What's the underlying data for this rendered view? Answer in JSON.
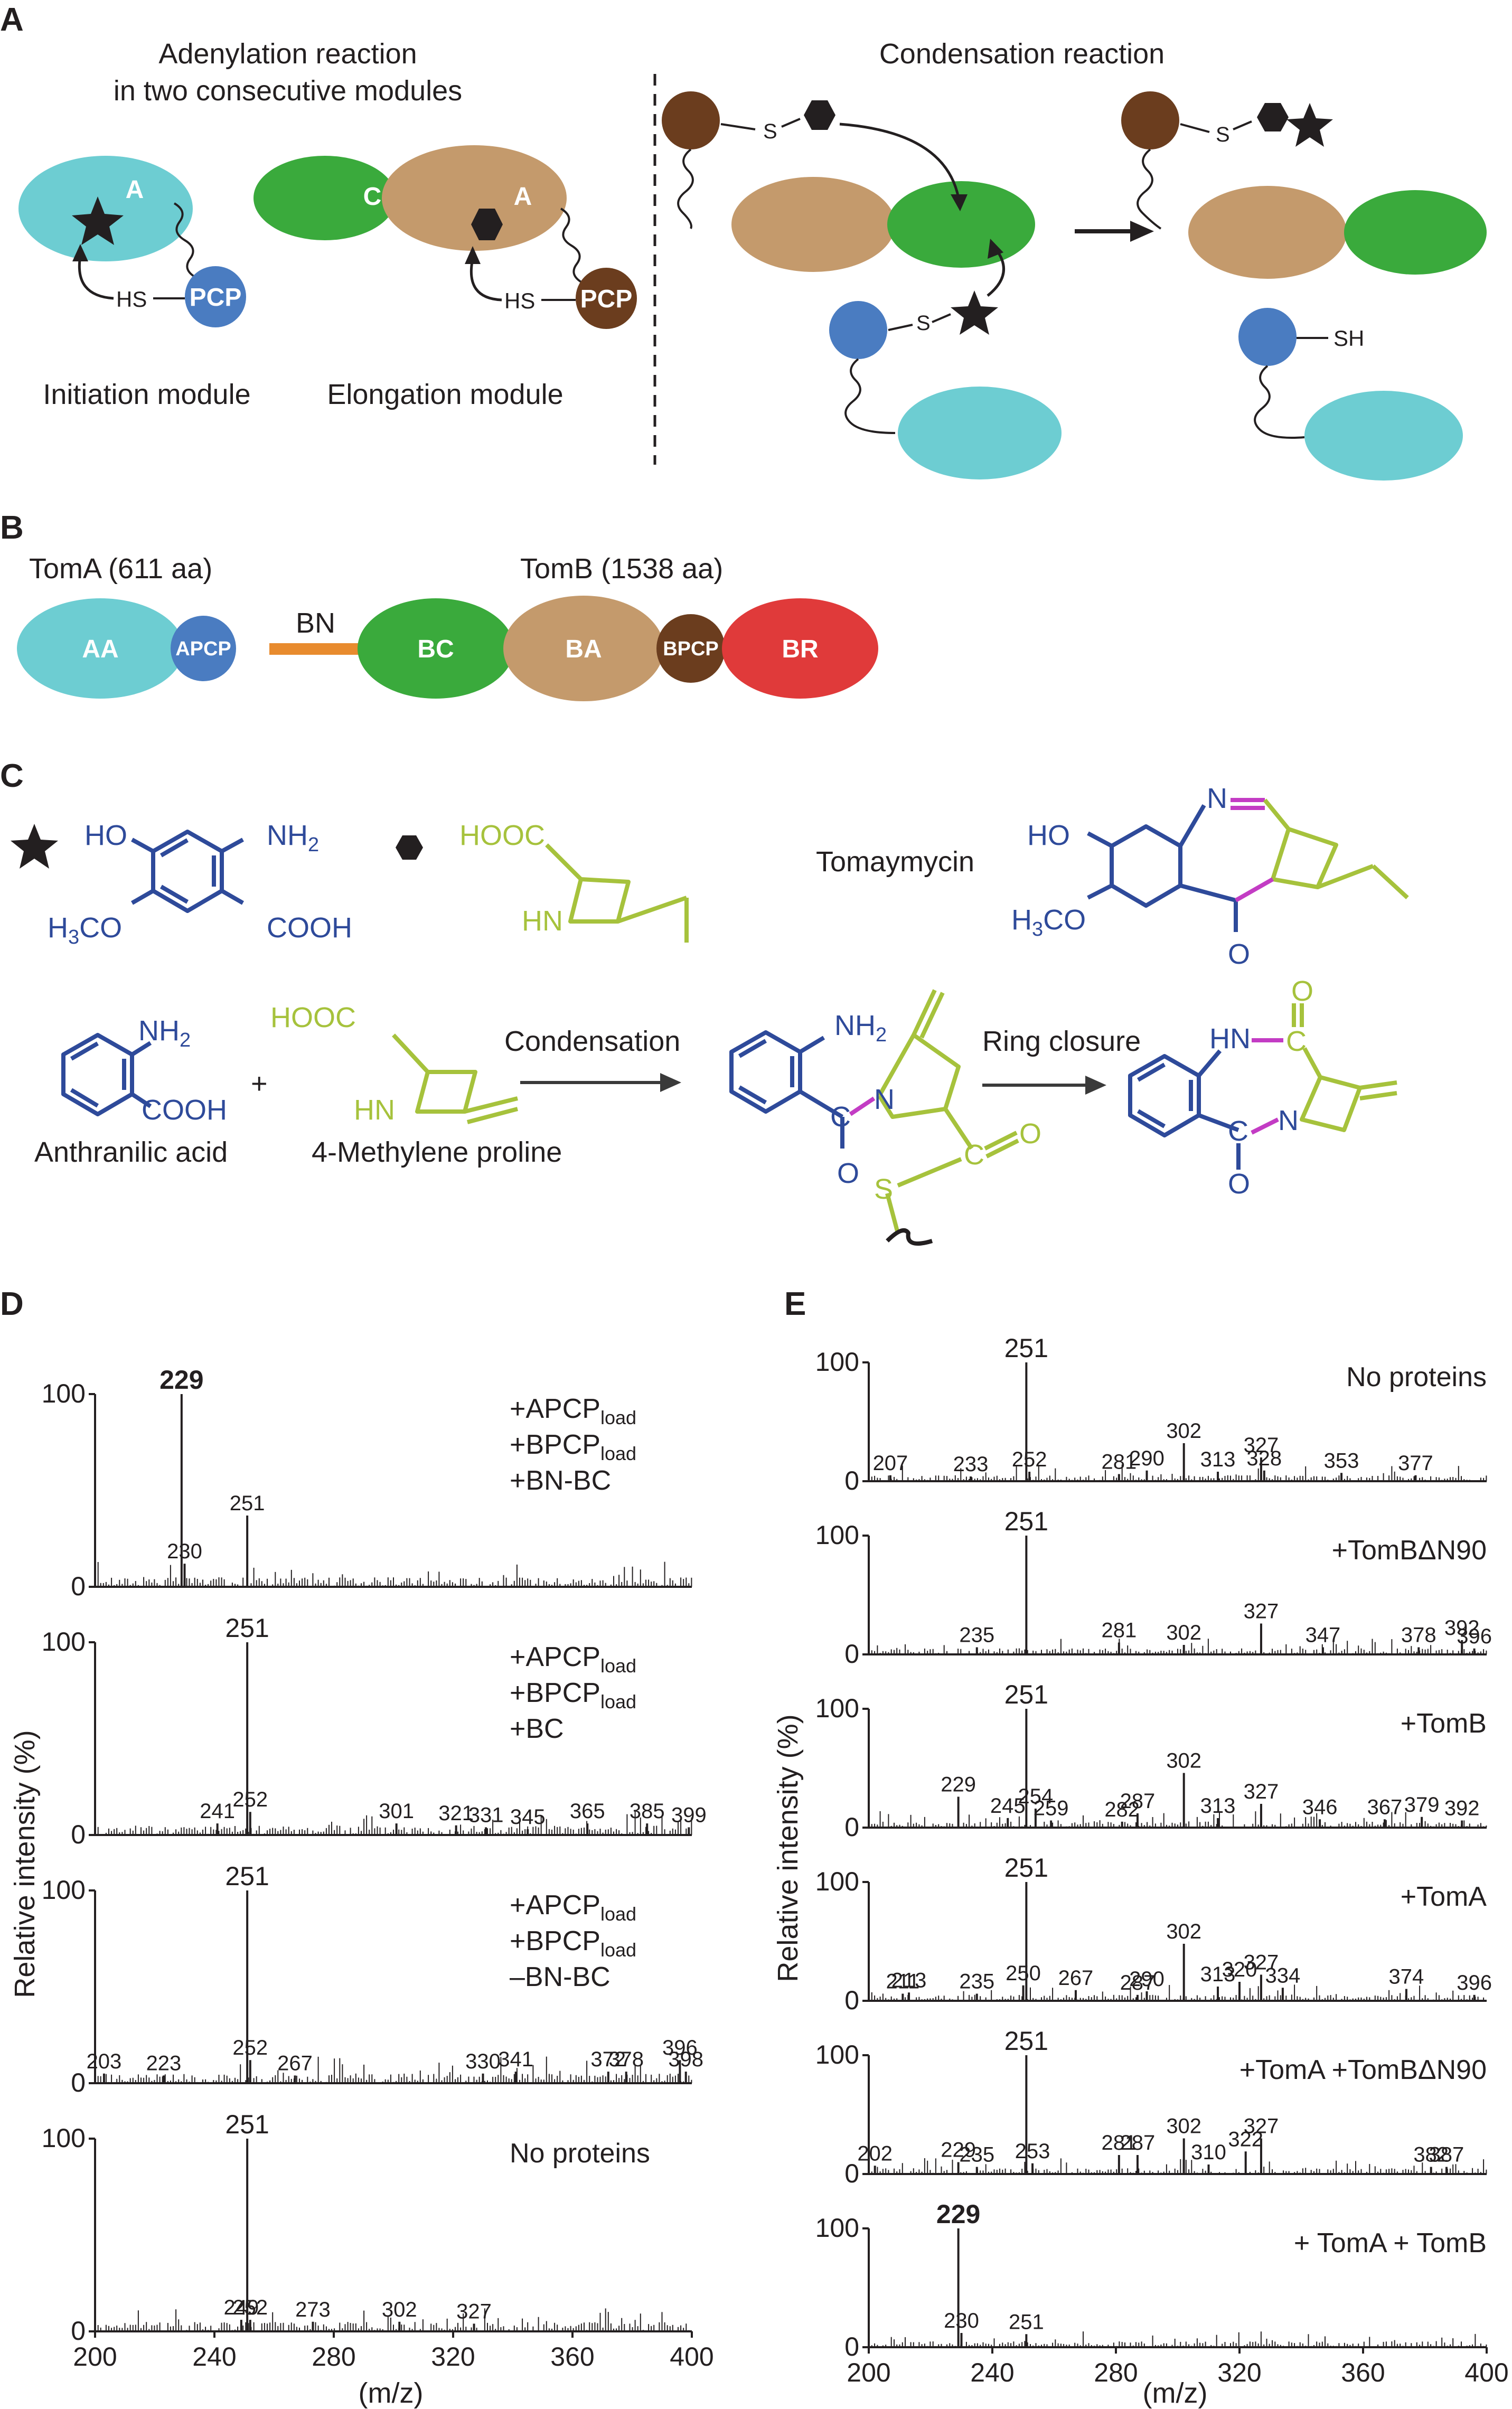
{
  "panel_letters": [
    "A",
    "B",
    "C",
    "D",
    "E"
  ],
  "panelA": {
    "adenylation_title": [
      "Adenylation reaction",
      "in two consecutive modules"
    ],
    "condensation_title": "Condensation reaction",
    "initiation_module": "Initiation module",
    "elongation_module": "Elongation module",
    "dom_A": "A",
    "dom_C": "C",
    "dom_PCP": "PCP",
    "hs": "HS",
    "s": "S",
    "sh": "SH",
    "colors": {
      "A_domain": "#6dcdd2",
      "C_domain": "#3aaa3c",
      "A2_domain": "#c49a6c",
      "PCP1": "#4a7cc1",
      "PCP2": "#6b3d1e"
    }
  },
  "panelB": {
    "tomA": "TomA (611 aa)",
    "tomB": "TomB (1538 aa)",
    "bn": "BN",
    "domains": [
      "AA",
      "APCP",
      "BC",
      "BA",
      "BPCP",
      "BR"
    ],
    "colors": {
      "AA": "#6dcdd2",
      "APCP": "#4a7cc1",
      "BN": "#e88b2e",
      "BC": "#3aaa3c",
      "BA": "#c49a6c",
      "BPCP": "#6b3d1e",
      "BR": "#e03a3a"
    }
  },
  "panelC": {
    "tomaymycin": "Tomaymycin",
    "anthranilic": "Anthranilic acid",
    "methylene_proline": "4-Methylene proline",
    "condensation": "Condensation",
    "ring_closure": "Ring closure",
    "plus": "+",
    "ho": "HO",
    "nh2": "NH",
    "nh2_sub": "2",
    "h3co": "H",
    "h3co_sub": "3",
    "h3co_rest": "CO",
    "cooh": "COOH",
    "hooc": "HOOC",
    "hn": "HN",
    "n": "N",
    "o": "O",
    "s": "S",
    "c": "C"
  },
  "panelD": {
    "ylabel": "Relative intensity (%)",
    "xlabel": "(m/z)",
    "xticks": [
      "200",
      "240",
      "280",
      "320",
      "360",
      "400"
    ],
    "y100": "100",
    "y0": "0",
    "spectra": [
      {
        "label_lines": [
          "+APCP",
          "load",
          "+BPCP",
          "load",
          "+BN-BC"
        ],
        "base": "229",
        "peaks": [
          {
            "mz": 229,
            "rel": 100,
            "label": "229",
            "bold": true
          },
          {
            "mz": 230,
            "rel": 12,
            "label": "230"
          },
          {
            "mz": 251,
            "rel": 37,
            "label": "251"
          }
        ]
      },
      {
        "label_lines": [
          "+APCP",
          "load",
          "+BPCP",
          "load",
          "+BC"
        ],
        "base": "251",
        "peaks": [
          {
            "mz": 251,
            "rel": 100,
            "label": "251"
          },
          {
            "mz": 241,
            "rel": 6,
            "label": "241"
          },
          {
            "mz": 252,
            "rel": 12,
            "label": "252"
          },
          {
            "mz": 301,
            "rel": 6,
            "label": "301"
          },
          {
            "mz": 321,
            "rel": 5,
            "label": "321"
          },
          {
            "mz": 331,
            "rel": 4,
            "label": "331"
          },
          {
            "mz": 345,
            "rel": 3,
            "label": "345"
          },
          {
            "mz": 365,
            "rel": 6,
            "label": "365"
          },
          {
            "mz": 385,
            "rel": 6,
            "label": "385"
          },
          {
            "mz": 399,
            "rel": 4,
            "label": "399"
          }
        ]
      },
      {
        "label_lines": [
          "+APCP",
          "load",
          "+BPCP",
          "load",
          "–BN-BC"
        ],
        "base": "251",
        "peaks": [
          {
            "mz": 251,
            "rel": 100,
            "label": "251"
          },
          {
            "mz": 203,
            "rel": 5,
            "label": "203"
          },
          {
            "mz": 223,
            "rel": 4,
            "label": "223"
          },
          {
            "mz": 252,
            "rel": 12,
            "label": "252"
          },
          {
            "mz": 267,
            "rel": 4,
            "label": "267"
          },
          {
            "mz": 330,
            "rel": 5,
            "label": "330"
          },
          {
            "mz": 341,
            "rel": 6,
            "label": "341"
          },
          {
            "mz": 372,
            "rel": 6,
            "label": "372"
          },
          {
            "mz": 378,
            "rel": 6,
            "label": "378"
          },
          {
            "mz": 396,
            "rel": 12,
            "label": "396"
          },
          {
            "mz": 398,
            "rel": 6,
            "label": "398"
          }
        ]
      },
      {
        "label_lines": [
          "No proteins"
        ],
        "base": "251",
        "peaks": [
          {
            "mz": 251,
            "rel": 100,
            "label": "251"
          },
          {
            "mz": 249,
            "rel": 6,
            "label": "249"
          },
          {
            "mz": 252,
            "rel": 6,
            "label": "252"
          },
          {
            "mz": 273,
            "rel": 5,
            "label": "273"
          },
          {
            "mz": 302,
            "rel": 5,
            "label": "302"
          },
          {
            "mz": 327,
            "rel": 4,
            "label": "327"
          }
        ]
      }
    ]
  },
  "panelE": {
    "ylabel": "Relative intensity (%)",
    "xlabel": "(m/z)",
    "xticks": [
      "200",
      "240",
      "280",
      "320",
      "360",
      "400"
    ],
    "y100": "100",
    "y0": "0",
    "spectra": [
      {
        "label": "No proteins",
        "peaks": [
          {
            "mz": 251,
            "rel": 100,
            "label": "251"
          },
          {
            "mz": 207,
            "rel": 5,
            "label": "207"
          },
          {
            "mz": 233,
            "rel": 4,
            "label": "233"
          },
          {
            "mz": 252,
            "rel": 8,
            "label": "252"
          },
          {
            "mz": 281,
            "rel": 6,
            "label": "281"
          },
          {
            "mz": 290,
            "rel": 9,
            "label": "290"
          },
          {
            "mz": 302,
            "rel": 32,
            "label": "302"
          },
          {
            "mz": 313,
            "rel": 8,
            "label": "313"
          },
          {
            "mz": 327,
            "rel": 20,
            "label": "327"
          },
          {
            "mz": 328,
            "rel": 9,
            "label": "328"
          },
          {
            "mz": 353,
            "rel": 7,
            "label": "353"
          },
          {
            "mz": 377,
            "rel": 5,
            "label": "377"
          }
        ]
      },
      {
        "label": "+TomBΔN90",
        "peaks": [
          {
            "mz": 251,
            "rel": 100,
            "label": "251"
          },
          {
            "mz": 235,
            "rel": 6,
            "label": "235"
          },
          {
            "mz": 281,
            "rel": 10,
            "label": "281"
          },
          {
            "mz": 302,
            "rel": 8,
            "label": "302"
          },
          {
            "mz": 327,
            "rel": 26,
            "label": "327"
          },
          {
            "mz": 347,
            "rel": 6,
            "label": "347"
          },
          {
            "mz": 378,
            "rel": 6,
            "label": "378"
          },
          {
            "mz": 392,
            "rel": 12,
            "label": "392"
          },
          {
            "mz": 396,
            "rel": 5,
            "label": "396"
          }
        ]
      },
      {
        "label": "+TomB",
        "peaks": [
          {
            "mz": 251,
            "rel": 100,
            "label": "251"
          },
          {
            "mz": 229,
            "rel": 26,
            "label": "229"
          },
          {
            "mz": 245,
            "rel": 8,
            "label": "245"
          },
          {
            "mz": 254,
            "rel": 16,
            "label": "254"
          },
          {
            "mz": 259,
            "rel": 6,
            "label": "259"
          },
          {
            "mz": 282,
            "rel": 5,
            "label": "282"
          },
          {
            "mz": 287,
            "rel": 12,
            "label": "287"
          },
          {
            "mz": 302,
            "rel": 46,
            "label": "302"
          },
          {
            "mz": 313,
            "rel": 8,
            "label": "313"
          },
          {
            "mz": 327,
            "rel": 20,
            "label": "327"
          },
          {
            "mz": 346,
            "rel": 7,
            "label": "346"
          },
          {
            "mz": 367,
            "rel": 7,
            "label": "367"
          },
          {
            "mz": 379,
            "rel": 9,
            "label": "379"
          },
          {
            "mz": 392,
            "rel": 6,
            "label": "392"
          }
        ]
      },
      {
        "label": "+TomA",
        "peaks": [
          {
            "mz": 251,
            "rel": 100,
            "label": "251"
          },
          {
            "mz": 211,
            "rel": 6,
            "label": "211"
          },
          {
            "mz": 213,
            "rel": 7,
            "label": "213"
          },
          {
            "mz": 235,
            "rel": 6,
            "label": "235"
          },
          {
            "mz": 250,
            "rel": 13,
            "label": "250"
          },
          {
            "mz": 267,
            "rel": 9,
            "label": "267"
          },
          {
            "mz": 287,
            "rel": 5,
            "label": "287"
          },
          {
            "mz": 290,
            "rel": 8,
            "label": "290"
          },
          {
            "mz": 302,
            "rel": 48,
            "label": "302"
          },
          {
            "mz": 313,
            "rel": 12,
            "label": "313"
          },
          {
            "mz": 320,
            "rel": 16,
            "label": "320"
          },
          {
            "mz": 327,
            "rel": 22,
            "label": "327"
          },
          {
            "mz": 334,
            "rel": 11,
            "label": "334"
          },
          {
            "mz": 374,
            "rel": 10,
            "label": "374"
          },
          {
            "mz": 396,
            "rel": 5,
            "label": "396"
          }
        ]
      },
      {
        "label": "+TomA +TomBΔN90",
        "peaks": [
          {
            "mz": 251,
            "rel": 100,
            "label": "251"
          },
          {
            "mz": 202,
            "rel": 7,
            "label": "202"
          },
          {
            "mz": 229,
            "rel": 10,
            "label": "229"
          },
          {
            "mz": 235,
            "rel": 6,
            "label": "235"
          },
          {
            "mz": 253,
            "rel": 9,
            "label": "253"
          },
          {
            "mz": 281,
            "rel": 16,
            "label": "281"
          },
          {
            "mz": 287,
            "rel": 16,
            "label": "287"
          },
          {
            "mz": 302,
            "rel": 30,
            "label": "302"
          },
          {
            "mz": 310,
            "rel": 8,
            "label": "310"
          },
          {
            "mz": 322,
            "rel": 19,
            "label": "322"
          },
          {
            "mz": 327,
            "rel": 30,
            "label": "327"
          },
          {
            "mz": 382,
            "rel": 6,
            "label": "382"
          },
          {
            "mz": 387,
            "rel": 6,
            "label": "387"
          }
        ]
      },
      {
        "label": "+ TomA + TomB",
        "peaks": [
          {
            "mz": 229,
            "rel": 100,
            "label": "229",
            "bold": true
          },
          {
            "mz": 230,
            "rel": 12,
            "label": "230"
          },
          {
            "mz": 251,
            "rel": 11,
            "label": "251"
          }
        ]
      }
    ]
  }
}
